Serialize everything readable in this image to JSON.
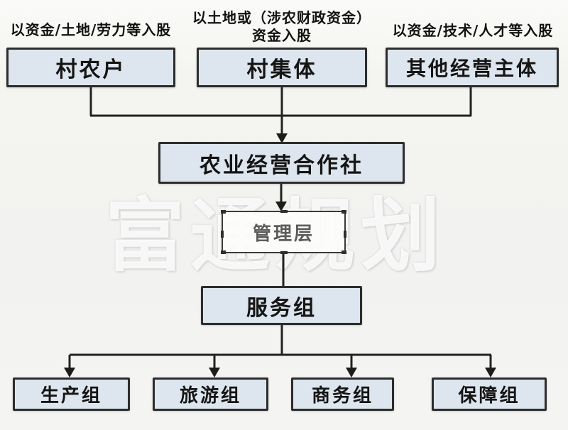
{
  "diagram": {
    "title_hint": "agricultural-cooperative-org-chart",
    "top_labels": [
      {
        "text": "以资金/土地/劳力等入股"
      },
      {
        "line1": "以土地或（涉农财政资金）",
        "line2": "资金入股"
      },
      {
        "text": "以资金/技术/人才等入股"
      }
    ],
    "top_boxes": [
      "村农户",
      "村集体",
      "其他经营主体"
    ],
    "cooperative": "农业经营合作社",
    "management": "管理层",
    "service": "服务组",
    "bottom_boxes": [
      "生产组",
      "旅游组",
      "商务组",
      "保障组"
    ],
    "watermark": "富通规划",
    "colors": {
      "box_fill": "#dde5ef",
      "box_border": "#2d2d2b",
      "connector": "#222220",
      "background": "#f4f4f2",
      "management_fill": "#fcfcfb",
      "management_text": "#5c5c5a"
    }
  }
}
